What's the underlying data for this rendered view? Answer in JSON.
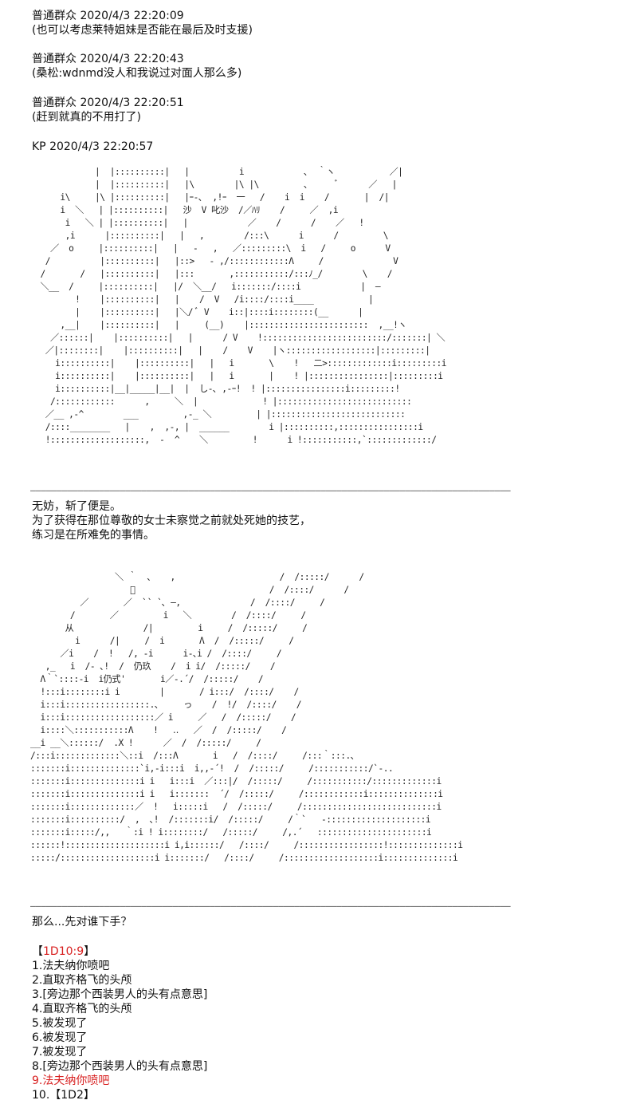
{
  "messages": [
    {
      "header": "普通群众 2020/4/3 22:20:09",
      "text": "(也可以考虑莱特姐妹是否能在最后及时支援)"
    },
    {
      "header": "普通群众 2020/4/3 22:20:43",
      "text": "(桑松:wdnmd没人和我说过对面人那么多)"
    },
    {
      "header": "普通群众 2020/4/3 22:20:51",
      "text": "(赶到就真的不用打了)"
    },
    {
      "header": "KP 2020/4/3 22:20:57"
    }
  ],
  "art1": [
    "             |  |::::::::::|   |          i            ､  ｀ヽ           ／|",
    "             |  |::::::::::|   |\\        |\\ |\\         ､      ﾞ      ／   |",
    "      i\\     |\\ |::::::::::|   |ｰ-､  ,!ｰ  一   /    i  i    /       |  /|",
    "      i  ＼   | |::::::::::|   沙  V 叱沙  /／ﾊﾘ    /     ／  ,i",
    "       i   ＼ | |::::::::::|   |            ／    /      /    ／   !",
    "       ,i      |::::::::::|   |   ,        /:::\\      i      /         \\",
    "    ／  o     |::::::::::|   |   ‐   ,   ／:::::::::\\  i   /     o      V",
    "   /          |::::::::::|   |::>   ‐ ,/::::::::::::Λ     /              V",
    "  /       /   |::::::::::|   |:::       ,:::::::::::/:::ﾉ_/        \\    /",
    "  ＼__  /     |::::::::::|   |/  ＼__/   i:::::::/::::i            |  ―",
    "         !    |::::::::::|   |    /  V   /i::::/::::i____           |",
    "         |    |::::::::::|   |＼/ ﾞ V    i::|::::i::::::::(__      |",
    "      ,__|    |::::::::::|   |     (__)    |::::::::::::::::::::::::  ,__!ヽ",
    "    ／::::::|    |::::::::::|   |      / V    !:::::::::::::::::::::::::/:::::::| ＼",
    "   ／|::::::::|    |::::::::::|   |    /    V    |ヽ::::::::::::::::::|:::::::::|",
    "     i::::::::::|    |::::::::::|   |   i       \\    !   二>:::::::::::::i:::::::::i",
    "     i::::::::::|    |::::::::::|   |   i       |    ! |::::::::::::::::|:::::::::i",
    "     i::::::::::|__|_____|__|  |  し-､ ,-ｰ!  ! |::::::::::::::::i:::::::::!",
    "    /::::::::::::      ,     ＼  |             ! |:::::::::::::::::::::::::::",
    "   ／__ ,-^        ___         ,-_ ＼         | |:::::::::::::::::::::::::::",
    "   /::::________   |    ,  ,-, |  ______        i |::::::::::,::::::::::::::::i",
    "   !:::::::::::::::::::,  -  ^    ＼         !      i !:::::::::::,`:::::::::::::/"
  ],
  "rule": "―――――――――――――――――――――――――――――――――――――――――――――――――――――――――――――――――――――――――――――――――――――――――――",
  "narration": [
    "无妨，斩了便是。",
    "为了获得在那位尊敬的女士未察觉之前就处死她的技艺，",
    "练习是在所难免的事情。"
  ],
  "art2": [
    "                 ＼ ｀  、   ,                     /  /:::::/      /",
    "                    ﾞ                           /  /::::/      /",
    "          ／       ／  `̀  ̀ ､ ―,              /  /::::/     /",
    "        /       ／         i   ＼        /  /::::/     /",
    "       从              /|         i     /  /:::::/     /",
    "         i      /|     /  i       Λ  /  /:::::/     /",
    "      ／i    /  !   /, -i      i-､i /  /::::/     /",
    "   ,_   i  /- ､!  /  仍玖    /  i i/  /:::::/    /",
    "  Λ｀`::::-i  i仍式'       i／-.´/  /:::::/    /",
    "  !:::i::::::::i i        |       / i:::/  /::::/    /",
    "  i:::i:::::::::::::::::.､     っ    /  !/  /::::/    /",
    "  i:::i::::::::::::::::::／ i     ／   /  /:::::/    /",
    "  i::::＼:::::::::::Λ    !   ‥   ／  /  /:::::/    /",
    "__i __＼::::::/  .X !      ／  /  /:::::/     /",
    "/:::i:::::::::::::＼::i  /:::Λ       i   /  /::::/     /:::｀:::.､",
    ":::::::i::::::::::::::`i,-i:::i  i,,-´!  /  /:::::/     /:::::::::::/`-..",
    ":::::::i::::::::::::::i i   i:::i  ／:::|/  /:::::/     /:::::::::::/:::::::::::::i",
    ":::::::i::::::::::::::i i   i:::::::  ´/  /:::::/     /::::::::::::i::::::::::::::i",
    ":::::::i:::::::::::::／  !   i:::::i   /  /:::::/     /:::::::::::::::::::::::::::i",
    ":::::::i::::::::::/  ,  ､!  /:::::::i/  /:::::/     /｀`   -::::::::::::::::::::i",
    ":::::::i:::::/,,   ｀:i ! i::::::::/   /:::::/     /,.´   ::::::::::::::::::::::i",
    "::::::!::::::::::::::::::::i i,i::::::/   /::::/     /:::::::::::::::::!::::::::::::::i",
    ":::::/:::::::::::::::::::i i:::::::/   /::::/     /:::::::::::::::::::i::::::::::::::i"
  ],
  "question": "那么...先对谁下手？",
  "dice": {
    "open": "【",
    "roll": "1D10:9",
    "close": "】"
  },
  "options": [
    "1.法夫纳你喷吧",
    "2.直取齐格飞的头颅",
    "3.[旁边那个西装男人的头有点意思]",
    "4.直取齐格飞的头颅",
    "5.被发现了",
    "6.被发现了",
    "7.被发现了",
    "8.[旁边那个西装男人的头有点意思]",
    "9.法夫纳你喷吧",
    "10.【1D2】"
  ],
  "colors": {
    "highlight": "#d82020",
    "text": "#111111"
  }
}
